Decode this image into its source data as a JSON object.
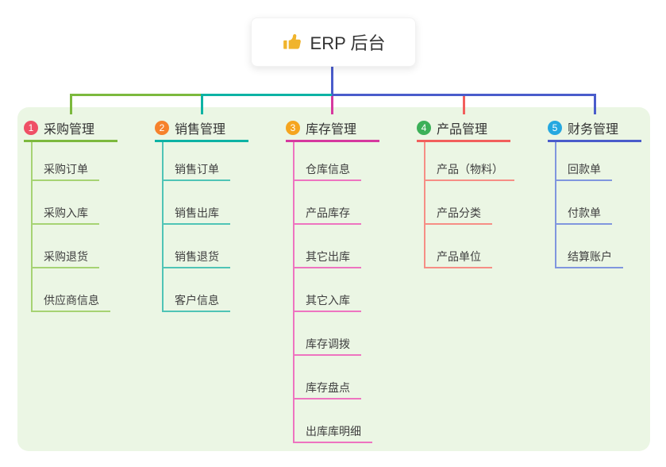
{
  "root": {
    "title": "ERP 后台",
    "icon": "thumbs-up-icon",
    "icon_color": "#f0b42c",
    "connector_color": "#4a5ccb"
  },
  "panel_color": "#ebf6e4",
  "branches": [
    {
      "badge": "1",
      "badge_color": "#ef5066",
      "label": "采购管理",
      "color": "#7cb93d",
      "light_color": "#a6d373",
      "children": [
        "采购订单",
        "采购入库",
        "采购退货",
        "供应商信息"
      ]
    },
    {
      "badge": "2",
      "badge_color": "#f6822c",
      "label": "销售管理",
      "color": "#0db3a4",
      "light_color": "#4fc4b6",
      "children": [
        "销售订单",
        "销售出库",
        "销售退货",
        "客户信息"
      ]
    },
    {
      "badge": "3",
      "badge_color": "#f5a51f",
      "label": "库存管理",
      "color": "#d6399f",
      "light_color": "#ee74c0",
      "children": [
        "仓库信息",
        "产品库存",
        "其它出库",
        "其它入库",
        "库存调拨",
        "库存盘点",
        "出库库明细"
      ]
    },
    {
      "badge": "4",
      "badge_color": "#3cb058",
      "label": "产品管理",
      "color": "#f25f5c",
      "light_color": "#f68e85",
      "children": [
        "产品（物料）",
        "产品分类",
        "产品单位"
      ]
    },
    {
      "badge": "5",
      "badge_color": "#25a8e0",
      "label": "财务管理",
      "color": "#4a5ccb",
      "light_color": "#8096de",
      "children": [
        "回款单",
        "付款单",
        "结算账户"
      ]
    }
  ]
}
